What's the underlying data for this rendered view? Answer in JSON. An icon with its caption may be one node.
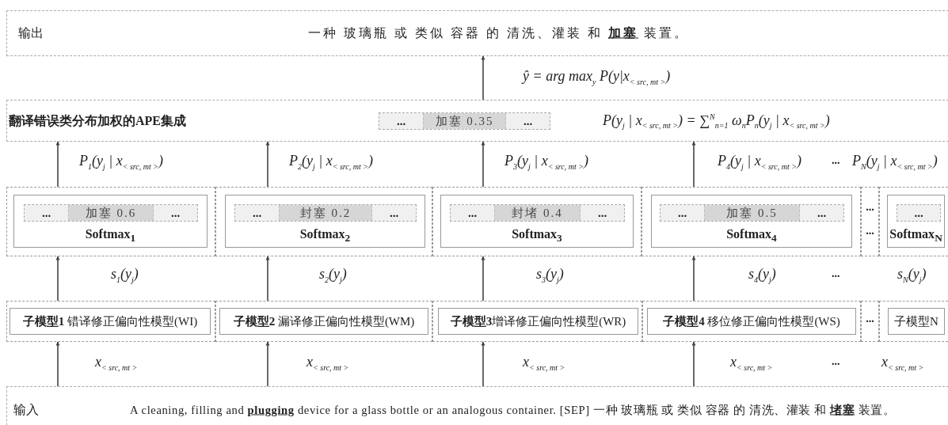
{
  "diagram": {
    "nodes": [
      {
        "text": [
          "输出",
          "一种 玻璃瓶 或 类似 容器 的 清洗、灌装 和 **加塞** 装置。"
        ]
      },
      {
        "text": [
          "翻译错误类分布加权的APE集成",
          "P(y$_{j}$ | x$_{< src, mt >}$) = ∑$^{N}$$_{n=1}$ ω$_{n}$P$_{n}$(y$_{j}$ | x$_{< src, mt >}$)"
        ]
      },
      {
        "text": [
          "...",
          "加塞 0.35",
          "..."
        ],
        "in": 1
      },
      {
        "text": [],
        "shape": "box"
      },
      {
        "text": [
          "Softmax$_{1}$"
        ],
        "in": 3
      },
      {
        "text": [
          "...",
          "加塞 0.6",
          "..."
        ],
        "in": 4
      },
      {
        "text": [],
        "shape": "box"
      },
      {
        "text": [
          "Softmax$_{2}$"
        ],
        "in": 6
      },
      {
        "text": [
          "...",
          "封塞 0.2",
          "..."
        ],
        "in": 7
      },
      {
        "text": [],
        "shape": "box"
      },
      {
        "text": [
          "Softmax$_{3}$"
        ],
        "in": 9
      },
      {
        "text": [
          "...",
          "封堵 0.4",
          "..."
        ],
        "in": 10
      },
      {
        "text": [],
        "shape": "box"
      },
      {
        "text": [
          "Softmax$_{4}$"
        ],
        "in": 12
      },
      {
        "text": [
          "...",
          "加塞 0.5",
          "..."
        ],
        "in": 13
      },
      {
        "text": [
          "...",
          "..."
        ]
      },
      {
        "text": [],
        "shape": "box"
      },
      {
        "text": [
          "Softmax$_{N}$"
        ],
        "in": 16
      },
      {
        "text": [
          "..."
        ],
        "in": 17
      },
      {
        "text": [],
        "shape": "box"
      },
      {
        "text": [
          "**子模型1** 错译修正偏向性模型(WI)"
        ],
        "in": 19
      },
      {
        "text": [],
        "shape": "box"
      },
      {
        "text": [
          "**子模型2** 漏译修正偏向性模型(WM)"
        ],
        "in": 21
      },
      {
        "text": [],
        "shape": "box"
      },
      {
        "text": [
          "**子模型3**增译修正偏向性模型(WR)"
        ],
        "in": 23
      },
      {
        "text": [],
        "shape": "box"
      },
      {
        "text": [
          "**子模型4** 移位修正偏向性模型(WS)"
        ],
        "in": 25
      },
      {
        "text": [
          "..."
        ]
      },
      {
        "text": [],
        "shape": "box"
      },
      {
        "text": [
          "子模型N"
        ],
        "in": 28
      },
      {
        "text": [
          "输入",
          "A cleaning, filling and **plugging** device for a glass bottle or an analogous container. [SEP] 一种 玻璃瓶 或 类似 容器 的 清洗、灌装 和 **堵塞** 装置。"
        ]
      }
    ],
    "edges": [
      {
        "from": 1,
        "to": 0,
        "arrow": "to",
        "label": "ŷ = arg max$_{y}$ P(y|x$_{< src, mt >}$)"
      },
      {
        "from": 3,
        "to": 1,
        "arrow": "to",
        "label": "P$_{1}$(y$_{j}$ | x$_{< src, mt >}$)"
      },
      {
        "from": 6,
        "to": 1,
        "arrow": "to",
        "label": "P$_{2}$(y$_{j}$ | x$_{< src, mt >}$)"
      },
      {
        "from": 9,
        "to": 1,
        "arrow": "to",
        "label": "P$_{3}$(y$_{j}$ | x$_{< src, mt >}$)"
      },
      {
        "from": 12,
        "to": 1,
        "arrow": "to",
        "label": "P$_{4}$(y$_{j}$ | x$_{< src, mt >}$)"
      },
      {
        "from": 19,
        "to": 3,
        "arrow": "to",
        "label": "s$_{1}$(y$_{j}$)"
      },
      {
        "from": 21,
        "to": 6,
        "arrow": "to",
        "label": "s$_{2}$(y$_{j}$)"
      },
      {
        "from": 23,
        "to": 9,
        "arrow": "to",
        "label": "s$_{3}$(y$_{j}$)"
      },
      {
        "from": 25,
        "to": 12,
        "arrow": "to",
        "label": "s$_{4}$(y$_{j}$)"
      },
      {
        "from": 30,
        "to": 19,
        "arrow": "to",
        "label": "x$_{< src, mt >}$"
      },
      {
        "from": 30,
        "to": 21,
        "arrow": "to",
        "label": "x$_{< src, mt >}$"
      },
      {
        "from": 30,
        "to": 23,
        "arrow": "to",
        "label": "x$_{< src, mt >}$"
      },
      {
        "from": 30,
        "to": 25,
        "arrow": "to",
        "label": "x$_{< src, mt >}$"
      }
    ],
    "labels": [
      "...",
      "P$_{N}$(y$_{j}$ | x$_{< src, mt >}$)",
      "...",
      "s$_{N}$(y$_{j}$)",
      "...",
      "x$_{< src, mt >}$"
    ]
  }
}
